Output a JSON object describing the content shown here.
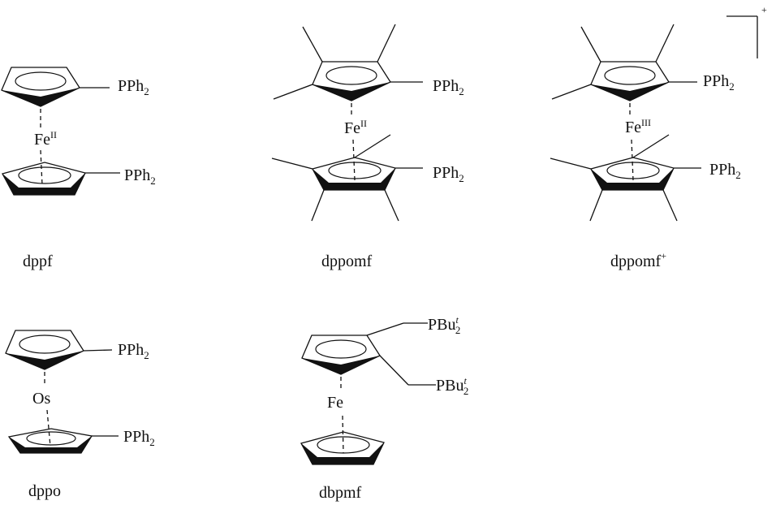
{
  "compounds": [
    {
      "name": "dppf",
      "metal": "Fe",
      "oxidation": "II",
      "substituent": "PPh",
      "sub_index": "2"
    },
    {
      "name": "dppomf",
      "metal": "Fe",
      "oxidation": "II",
      "substituent": "PPh",
      "sub_index": "2"
    },
    {
      "name": "dppomf",
      "name_sup": "+",
      "metal": "Fe",
      "oxidation": "III",
      "substituent": "PPh",
      "sub_index": "2",
      "charge": "+"
    },
    {
      "name": "dppo",
      "metal": "Os",
      "substituent": "PPh",
      "sub_index": "2"
    },
    {
      "name": "dbpmf",
      "metal": "Fe",
      "substituent": "PBu",
      "sub_index": "2",
      "sub_sup": "t"
    }
  ]
}
